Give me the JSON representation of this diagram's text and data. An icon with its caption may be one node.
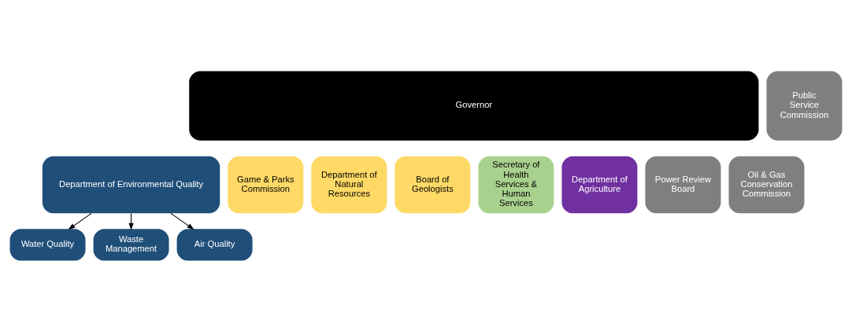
{
  "diagram": {
    "nodes": [
      {
        "text": [
          "Governor"
        ]
      },
      {
        "text": [
          "Public Service Commission"
        ]
      },
      {
        "text": [
          "Department of Environmental Quality"
        ]
      },
      {
        "text": [
          "Game & Parks Commission"
        ]
      },
      {
        "text": [
          "Department of Natural Resources"
        ]
      },
      {
        "text": [
          "Board of Geologists"
        ]
      },
      {
        "text": [
          "Secretary of Health Services & Human Services"
        ]
      },
      {
        "text": [
          "Department of Agriculture"
        ]
      },
      {
        "text": [
          "Power Review Board"
        ]
      },
      {
        "text": [
          "Oil & Gas Conservation Commission"
        ]
      },
      {
        "text": [
          "Water Quality"
        ]
      },
      {
        "text": [
          "Waste Management"
        ]
      },
      {
        "text": [
          "Air Quality"
        ]
      }
    ],
    "edges": [
      {
        "from": 2,
        "to": 10,
        "arrow": "to"
      },
      {
        "from": 2,
        "to": 11,
        "arrow": "to"
      },
      {
        "from": 2,
        "to": 12,
        "arrow": "to"
      }
    ]
  }
}
